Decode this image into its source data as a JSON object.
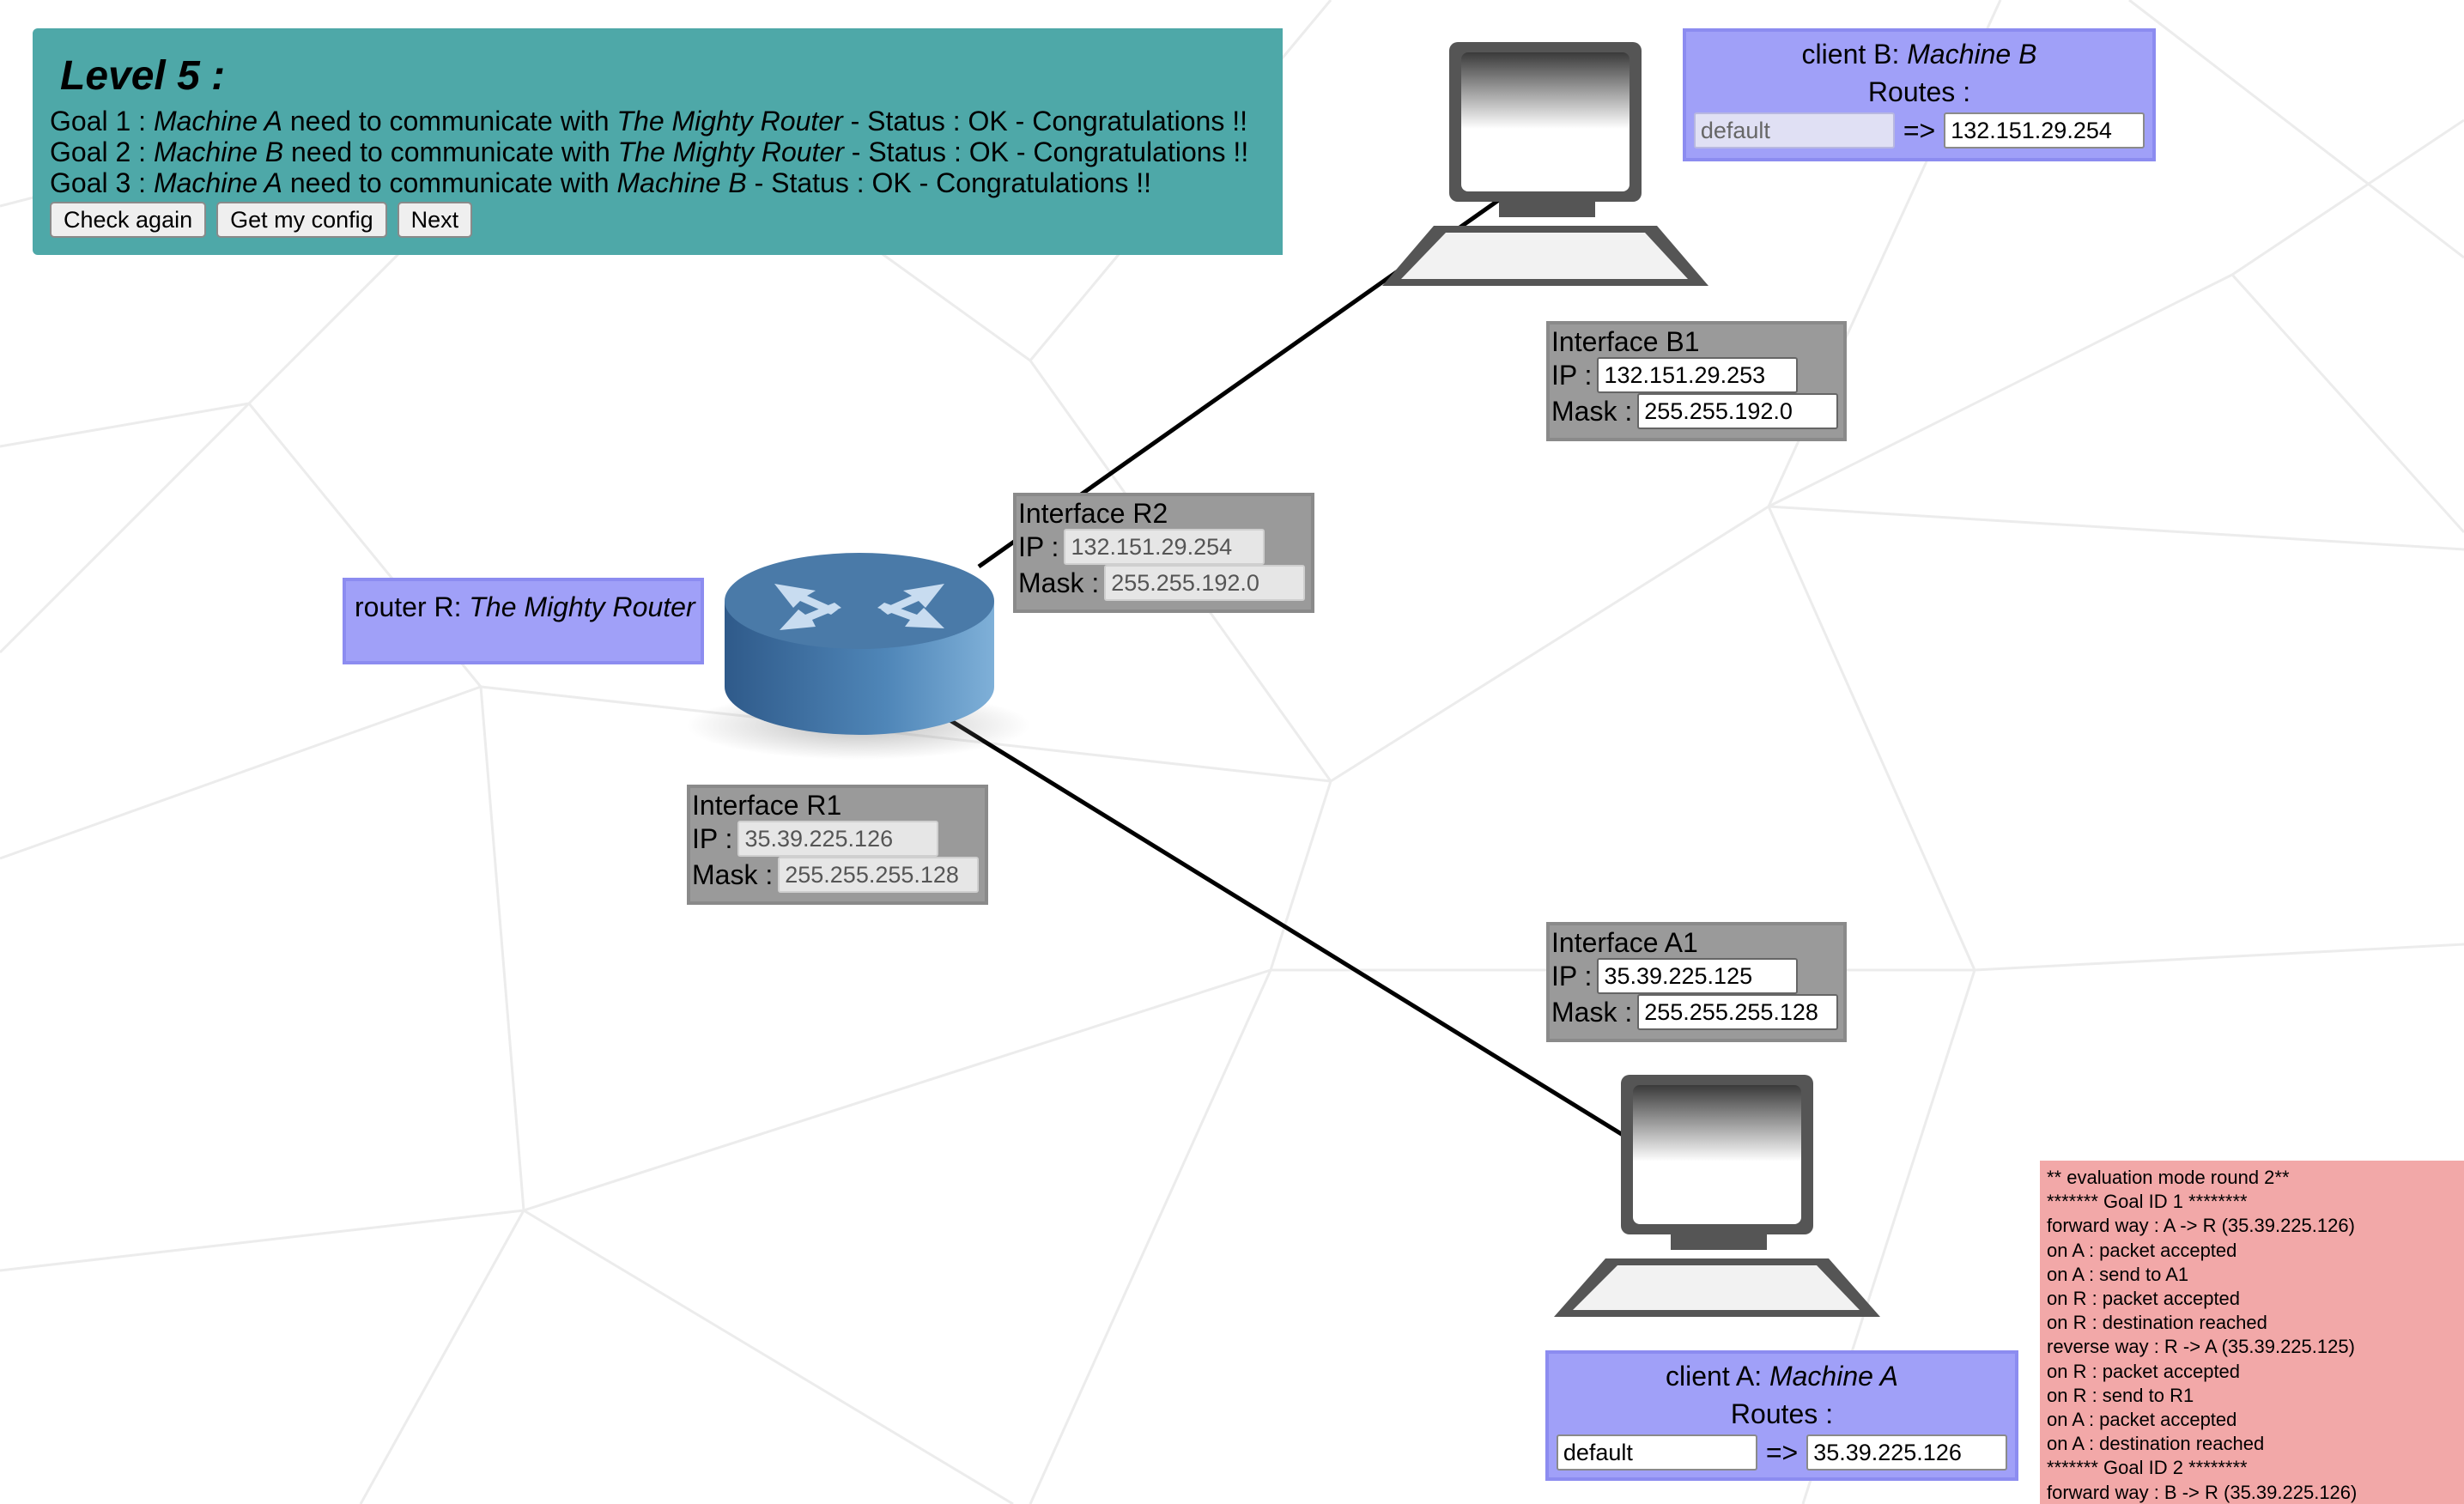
{
  "level": {
    "title": "Level 5 :",
    "goals": [
      {
        "prefix": "Goal 1 : ",
        "from": "Machine A",
        "mid": " need to communicate with ",
        "to": "The Mighty Router",
        "status": " - Status : OK - Congratulations !!"
      },
      {
        "prefix": "Goal 2 : ",
        "from": "Machine B",
        "mid": " need to communicate with ",
        "to": "The Mighty Router",
        "status": " - Status : OK - Congratulations !!"
      },
      {
        "prefix": "Goal 3 : ",
        "from": "Machine A",
        "mid": " need to communicate with ",
        "to": "Machine B",
        "status": " - Status : OK - Congratulations !!"
      }
    ],
    "buttons": {
      "check": "Check again",
      "config": "Get my config",
      "next": "Next"
    }
  },
  "client_b": {
    "label": "client B: ",
    "name": "Machine B",
    "routes_label": "Routes :",
    "route_dest": "default",
    "arrow": "=>",
    "route_gw": "132.151.29.254"
  },
  "client_a": {
    "label": "client A: ",
    "name": "Machine A",
    "routes_label": "Routes :",
    "route_dest": "default",
    "arrow": "=>",
    "route_gw": "35.39.225.126"
  },
  "router": {
    "label": "router R: ",
    "name": "The Mighty Router"
  },
  "interfaces": {
    "b1": {
      "title": "Interface B1",
      "ip_label": "IP :",
      "ip": "132.151.29.253",
      "mask_label": "Mask :",
      "mask": "255.255.192.0"
    },
    "r2": {
      "title": "Interface R2",
      "ip_label": "IP :",
      "ip": "132.151.29.254",
      "mask_label": "Mask :",
      "mask": "255.255.192.0"
    },
    "r1": {
      "title": "Interface R1",
      "ip_label": "IP :",
      "ip": "35.39.225.126",
      "mask_label": "Mask :",
      "mask": "255.255.255.128"
    },
    "a1": {
      "title": "Interface A1",
      "ip_label": "IP :",
      "ip": "35.39.225.125",
      "mask_label": "Mask :",
      "mask": "255.255.255.128"
    }
  },
  "log": {
    "lines": [
      "** evaluation mode round 2**",
      "******* Goal ID 1 ********",
      "forward way : A -> R (35.39.225.126)",
      "on A : packet accepted",
      "on A : send to A1",
      "on R : packet accepted",
      "on R : destination reached",
      "reverse way : R -> A (35.39.225.125)",
      "on R : packet accepted",
      "on R : send to R1",
      "on A : packet accepted",
      "on A : destination reached",
      "******* Goal ID 2 ********",
      "forward way : B -> R (35.39.225.126)"
    ]
  },
  "colors": {
    "goal_panel": "#4ea8a8",
    "machine_box": "#a0a0f8",
    "interface_box": "#9a9a9a",
    "log_panel": "#f2a8a8",
    "router_body": "#4a7aa8"
  }
}
